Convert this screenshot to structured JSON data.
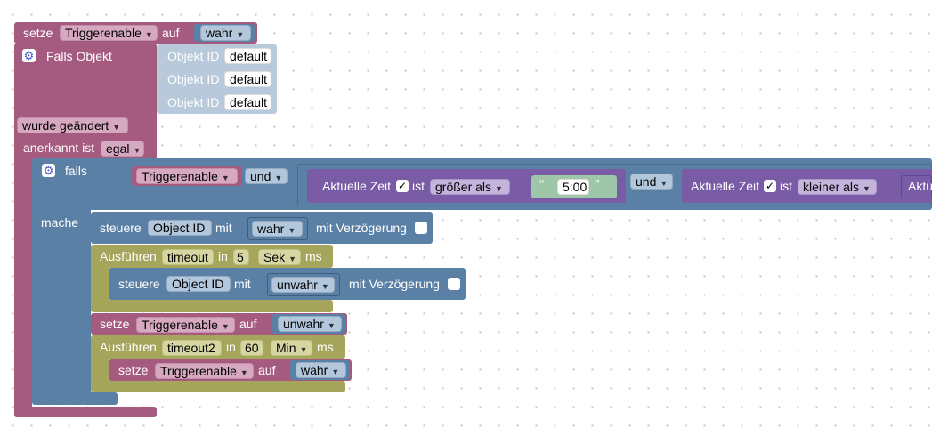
{
  "blocks": {
    "set1": {
      "label": "setze",
      "var": "Triggerenable",
      "to": "auf",
      "value": "wahr"
    },
    "trigger": {
      "label": "Falls Objekt",
      "id_label": "Objekt ID",
      "ids": [
        "default",
        "default",
        "default"
      ],
      "changed": "wurde geändert",
      "ack_label": "anerkannt ist",
      "ack_value": "egal"
    },
    "ifblock": {
      "falls": "falls",
      "mache": "mache",
      "cond_var": "Triggerenable",
      "and1": "und",
      "time1": {
        "label": "Aktuelle Zeit",
        "is": "ist",
        "op": "größer als",
        "quote_open": "“",
        "value": "5:00",
        "quote_close": "”"
      },
      "and2": "und",
      "time2": {
        "label": "Aktuelle Zeit",
        "is": "ist",
        "op": "kleiner als",
        "cut": "Aktu"
      }
    },
    "control1": {
      "label": "steuere",
      "object": "Object ID",
      "with": "mit",
      "value": "wahr",
      "delay": "mit Verzögerung"
    },
    "exec1": {
      "label": "Ausführen",
      "name": "timeout",
      "in": "in",
      "amount": "5",
      "unit": "Sek",
      "ms": "ms"
    },
    "control2": {
      "label": "steuere",
      "object": "Object ID",
      "with": "mit",
      "value": "unwahr",
      "delay": "mit Verzögerung"
    },
    "set2": {
      "label": "setze",
      "var": "Triggerenable",
      "to": "auf",
      "value": "unwahr"
    },
    "exec2": {
      "label": "Ausführen",
      "name": "timeout2",
      "in": "in",
      "amount": "60",
      "unit": "Min",
      "ms": "ms"
    },
    "set3": {
      "label": "setze",
      "var": "Triggerenable",
      "to": "auf",
      "value": "wahr"
    }
  },
  "icons": {
    "gear": "gear-icon",
    "check": "checkmark-icon",
    "dropdown": "dropdown-arrow-icon"
  },
  "colors": {
    "variables": "#a55b80",
    "logic": "#5b80a5",
    "timeouts": "#a5a55b",
    "time": "#7a5ba5"
  }
}
